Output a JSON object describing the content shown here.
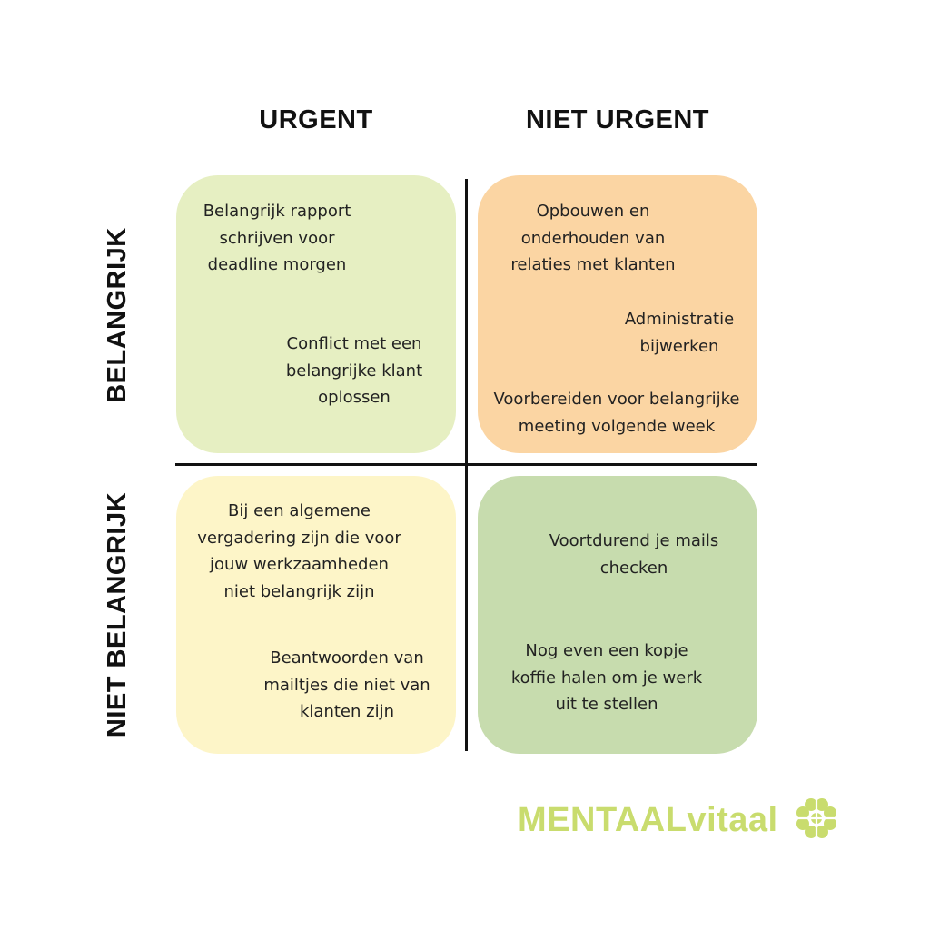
{
  "columns": {
    "left": "URGENT",
    "right": "NIET URGENT"
  },
  "rows": {
    "top": "BELANGRIJK",
    "bottom": "NIET BELANGRIJK"
  },
  "quadrants": {
    "urgent_important": {
      "color": "#e6efc2",
      "items": [
        "Belangrijk rapport\nschrijven voor\ndeadline morgen",
        "Conflict met een\nbelangrijke klant\noplossen"
      ]
    },
    "not_urgent_important": {
      "color": "#fbd5a3",
      "items": [
        "Opbouwen en\nonderhouden van\nrelaties met klanten",
        "Administratie\nbijwerken",
        "Voorbereiden voor belangrijke\nmeeting volgende week"
      ]
    },
    "urgent_not_important": {
      "color": "#fdf5c8",
      "items": [
        "Bij een algemene\nvergadering zijn die voor\njouw werkzaamheden\nniet belangrijk zijn",
        "Beantwoorden van\nmailtjes die niet van\nklanten zijn"
      ]
    },
    "not_urgent_not_important": {
      "color": "#c7dcae",
      "items": [
        "Voortdurend je mails\nchecken",
        "Nog even een kopje\nkoffie halen om je werk\nuit te stellen"
      ]
    }
  },
  "brand": {
    "name": "MENTAALvitaal",
    "color": "#c9dc6e",
    "icon": "clover-icon"
  }
}
